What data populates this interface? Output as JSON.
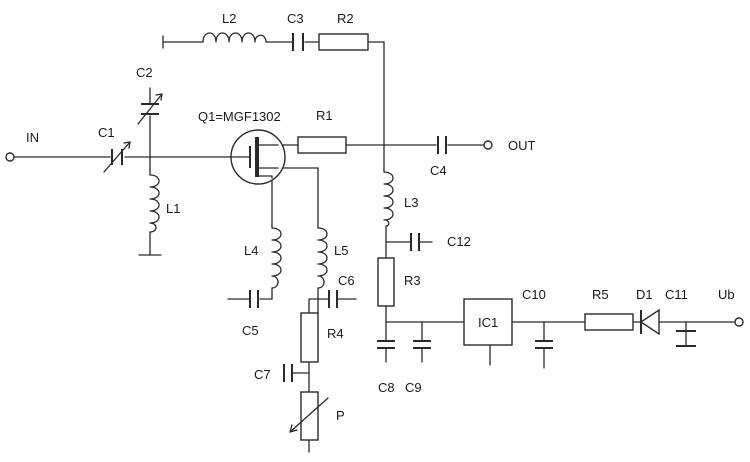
{
  "labels": {
    "in": "IN",
    "out": "OUT",
    "ub": "Ub",
    "q1": "Q1=MGF1302",
    "c1": "C1",
    "c2": "C2",
    "c3": "C3",
    "c4": "C4",
    "c5": "C5",
    "c6": "C6",
    "c7": "C7",
    "c8": "C8",
    "c9": "C9",
    "c10": "C10",
    "c11": "C11",
    "c12": "C12",
    "l1": "L1",
    "l2": "L2",
    "l3": "L3",
    "l4": "L4",
    "l5": "L5",
    "r1": "R1",
    "r2": "R2",
    "r3": "R3",
    "r4": "R4",
    "r5": "R5",
    "p": "P",
    "ic1": "IC1",
    "d1": "D1"
  }
}
